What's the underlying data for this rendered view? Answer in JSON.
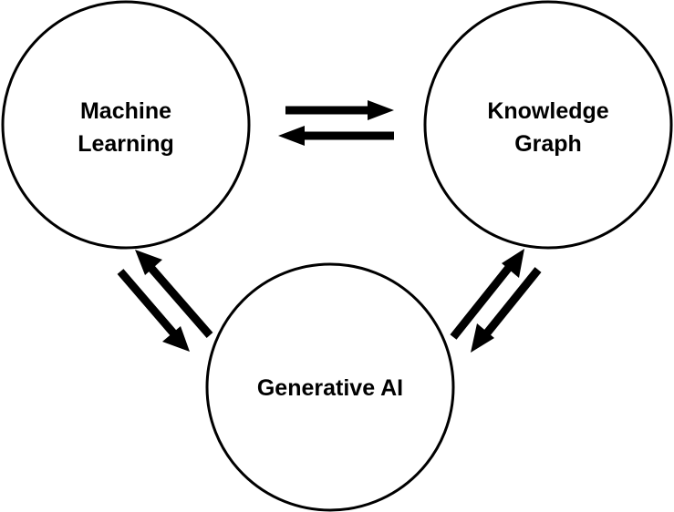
{
  "nodes": {
    "machine_learning": {
      "label_line1": "Machine",
      "label_line2": "Learning"
    },
    "knowledge_graph": {
      "label_line1": "Knowledge",
      "label_line2": "Graph"
    },
    "generative_ai": {
      "label": "Generative AI"
    }
  },
  "edges": [
    {
      "from": "Machine Learning",
      "to": "Knowledge Graph"
    },
    {
      "from": "Knowledge Graph",
      "to": "Machine Learning"
    },
    {
      "from": "Machine Learning",
      "to": "Generative AI"
    },
    {
      "from": "Generative AI",
      "to": "Machine Learning"
    },
    {
      "from": "Generative AI",
      "to": "Knowledge Graph"
    },
    {
      "from": "Knowledge Graph",
      "to": "Generative AI"
    }
  ],
  "colors": {
    "stroke": "#000000",
    "background": "#ffffff"
  }
}
